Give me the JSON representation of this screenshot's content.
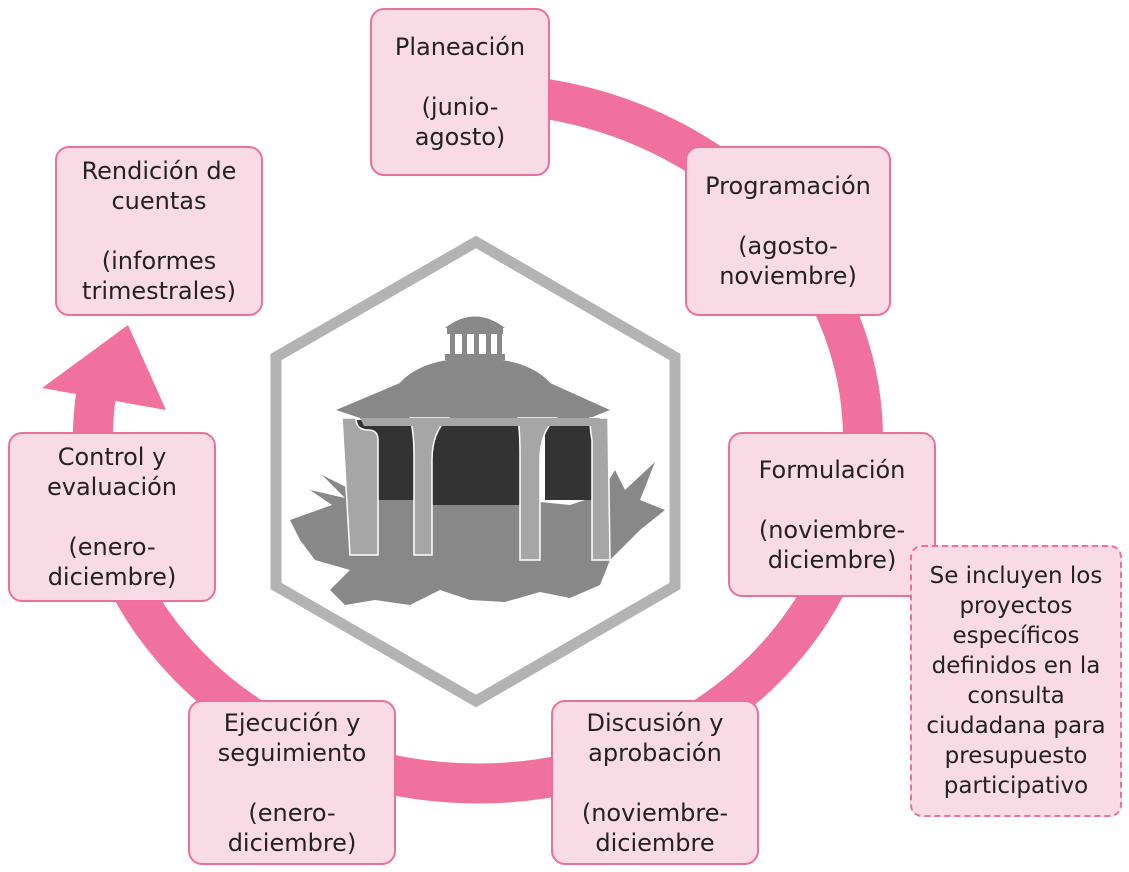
{
  "colors": {
    "ring": "#f0709e",
    "box_fill": "#f9dbe6",
    "box_border": "#ec6f9e",
    "hexagon": "#b3b3b3",
    "gazebo_dark": "#333333",
    "gazebo_mid": "#888888",
    "gazebo_light": "#a6a6a6"
  },
  "illustration": {
    "icon": "gazebo-icon"
  },
  "stages": [
    {
      "name": "Planeación",
      "period": "(junio-\nagosto)"
    },
    {
      "name": "Programación",
      "period": "(agosto-\nnoviembre)"
    },
    {
      "name": "Formulación",
      "period": "(noviembre-\ndiciembre)"
    },
    {
      "name": "Discusión y\naprobación",
      "period": "(noviembre-\ndiciembre"
    },
    {
      "name": "Ejecución y\nseguimiento",
      "period": "(enero-\ndiciembre)"
    },
    {
      "name": "Control y\nevaluación",
      "period": "(enero-\ndiciembre)"
    },
    {
      "name": "Rendición de\ncuentas",
      "period": "(informes\ntrimestrales)"
    }
  ],
  "note": {
    "text": "Se incluyen los\nproyectos\nespecíficos\ndefinidos en la\nconsulta\nciudadana para\npresupuesto\nparticipativo"
  }
}
